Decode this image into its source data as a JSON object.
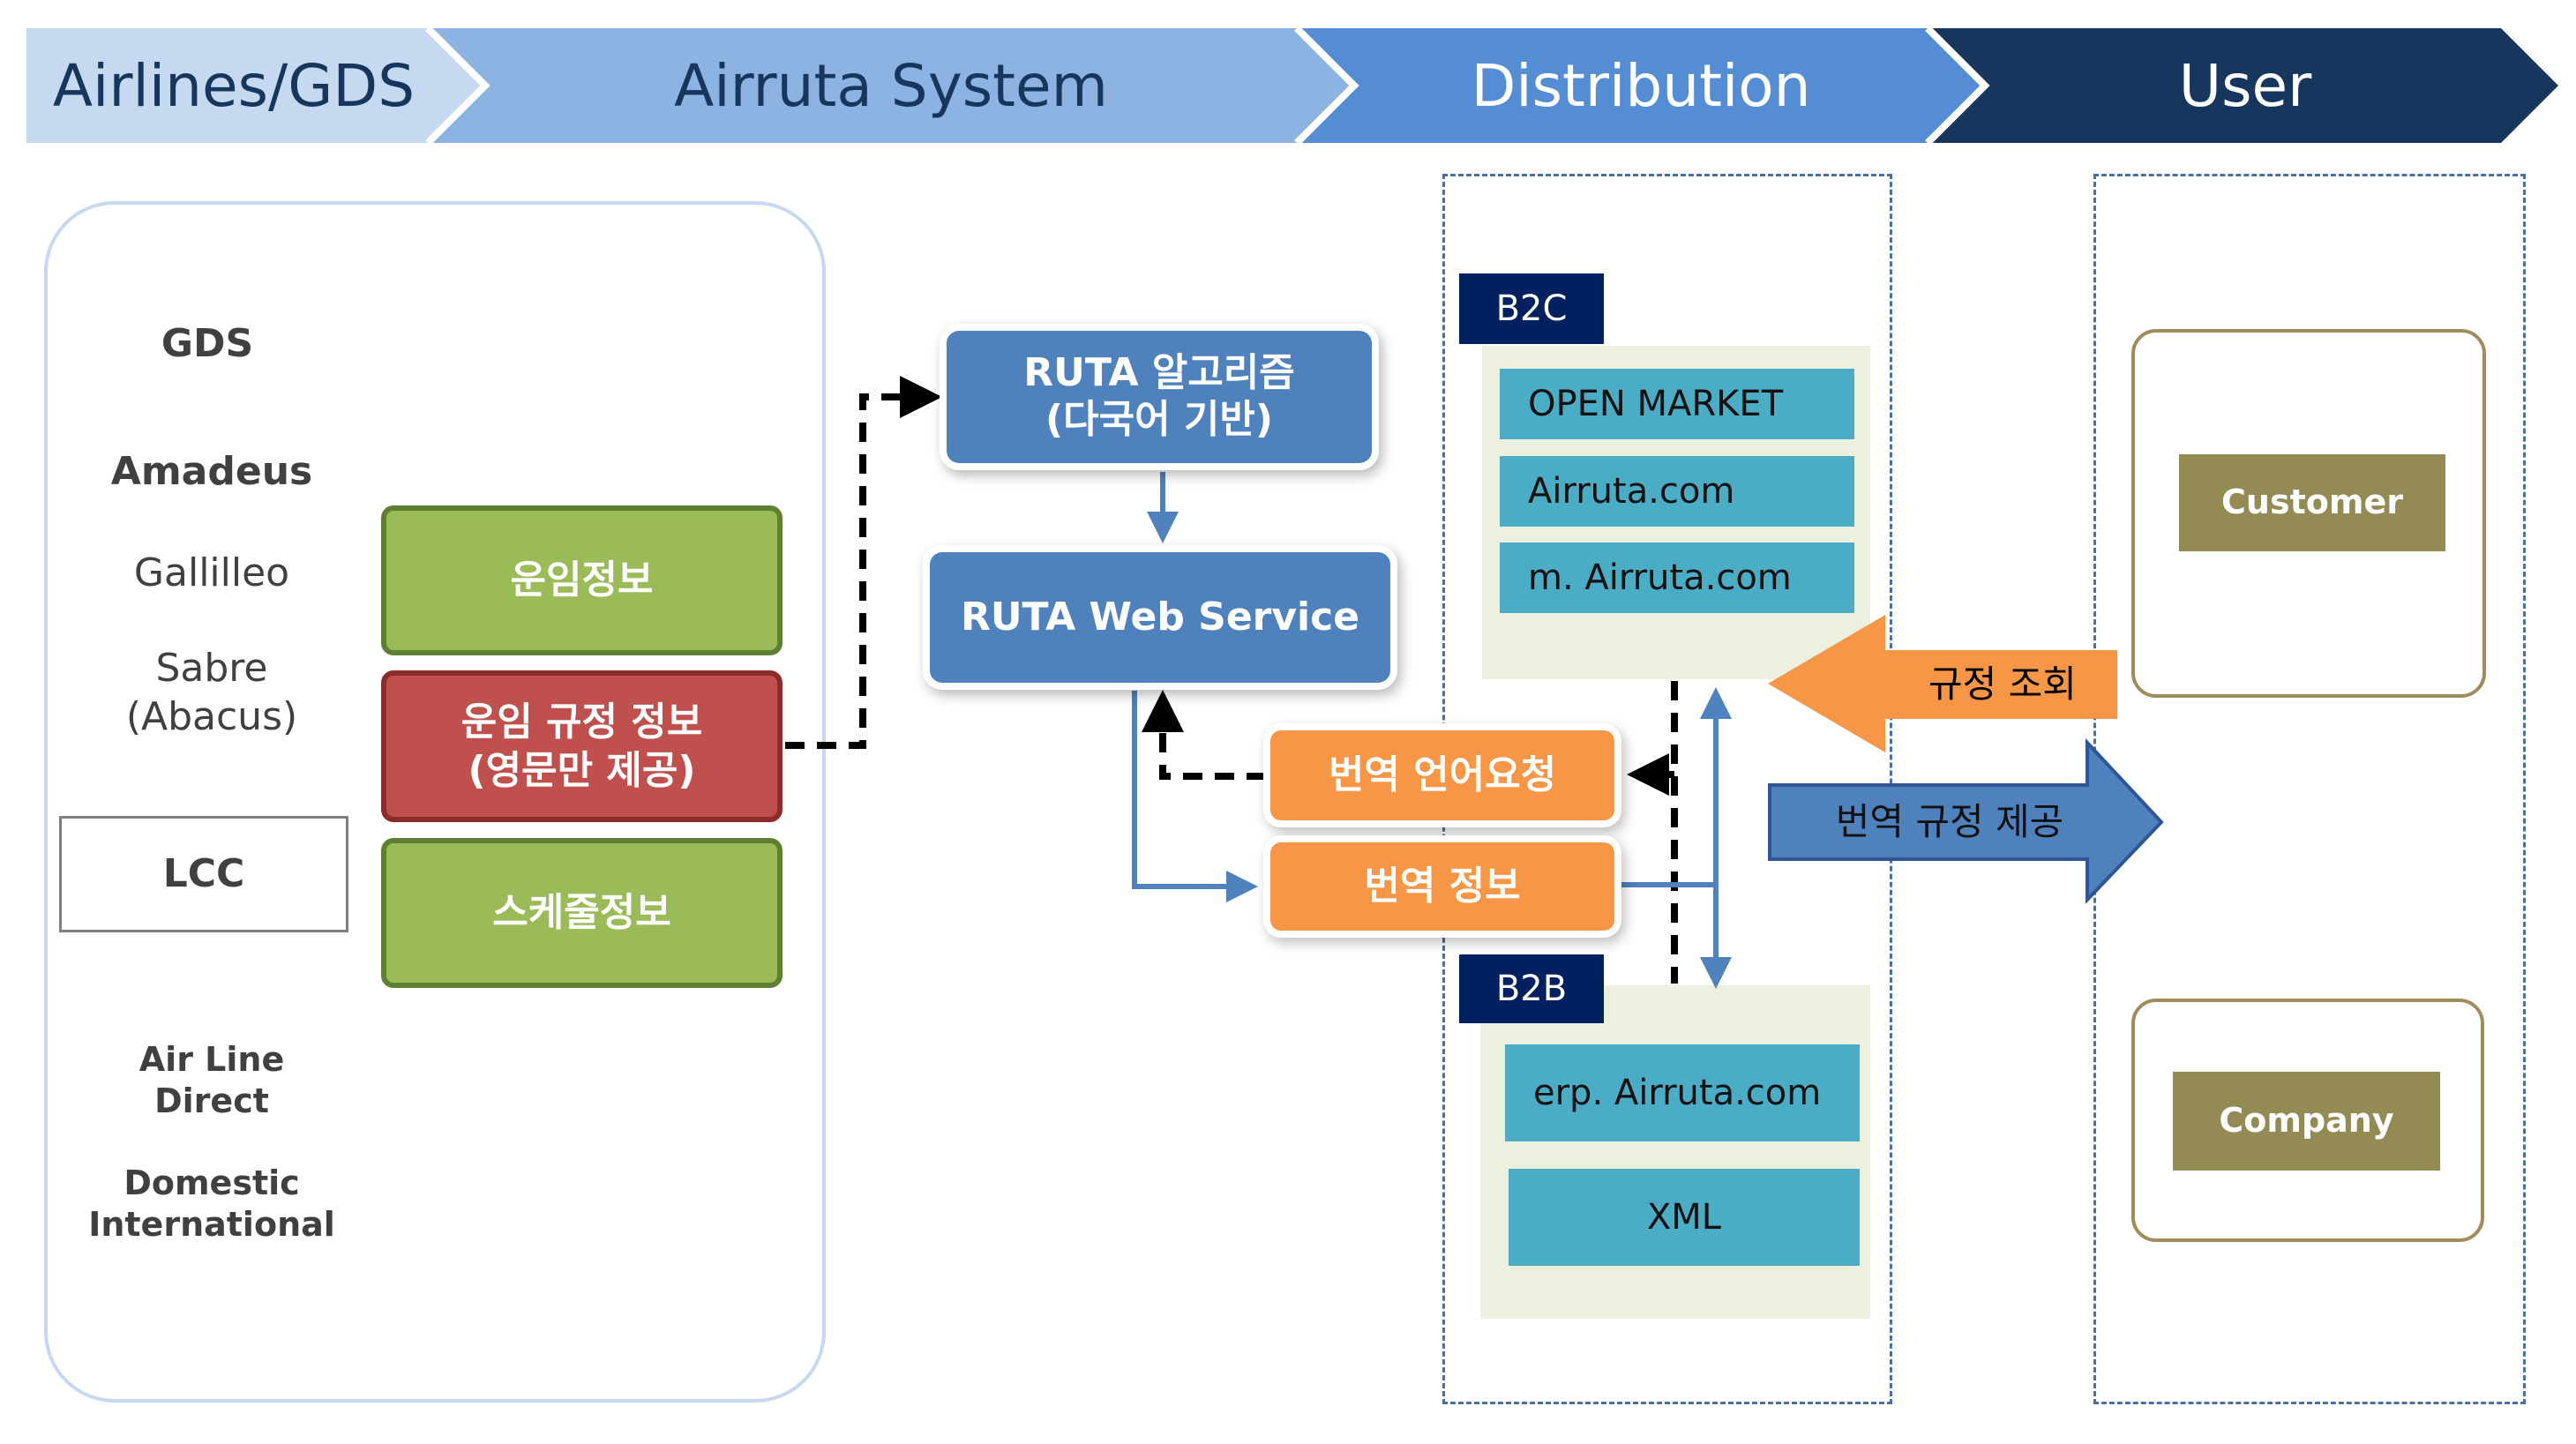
{
  "header": {
    "stage1": "Airlines/GDS",
    "stage2": "Airruta System",
    "stage3": "Distribution",
    "stage4": "User"
  },
  "sources": {
    "gds": "GDS",
    "amadeus": "Amadeus",
    "galileo": "Gallilleo",
    "sabre": "Sabre\n(Abacus)",
    "lcc": "LCC",
    "airline_direct": "Air Line\nDirect",
    "domestic_international": "Domestic\nInternational"
  },
  "data_boxes": {
    "fare_info": "운임정보",
    "fare_rules": "운임 규정 정보\n(영문만 제공)",
    "schedule": "스케줄정보"
  },
  "system": {
    "algorithm": "RUTA 알고리즘\n(다국어 기반)",
    "web_service": "RUTA Web Service",
    "translation_request": "번역 언어요청",
    "translation_info": "번역 정보"
  },
  "distribution": {
    "b2c_tag": "B2C",
    "b2c_items": [
      "OPEN MARKET",
      "Airruta.com",
      "m. Airruta.com"
    ],
    "b2b_tag": "B2B",
    "b2b_items": [
      "erp. Airruta.com",
      "XML"
    ]
  },
  "arrows": {
    "rule_inquiry": "규정 조회",
    "translated_rules": "번역 규정 제공"
  },
  "users": {
    "customer": "Customer",
    "company": "Company"
  },
  "colors": {
    "stage1": "#c6d9f1",
    "stage2": "#8db3e2",
    "stage3": "#548dd4",
    "stage4": "#17365d",
    "green": "#9bbb59",
    "red": "#c0504d",
    "blue": "#4f81bd",
    "orange": "#f79646",
    "teal": "#4bacc6",
    "olive": "#948a54",
    "navy": "#002060"
  }
}
